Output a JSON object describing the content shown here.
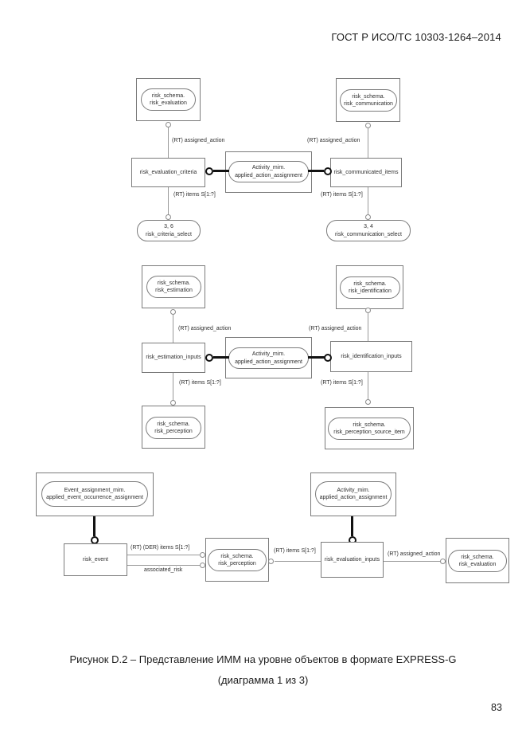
{
  "page": {
    "header_title": "ГОСТ Р ИСО/ТС 10303-1264–2014",
    "caption_line1": "Рисунок D.2 – Представление ИММ на уровне объектов в формате EXPRESS-G",
    "caption_line2": "(диаграмма 1 из 3)",
    "page_number": "83"
  },
  "colors": {
    "thin_line": "#9a9a9a",
    "border": "#7b7b7b",
    "thick_line": "#121212",
    "text": "#2e2e2e"
  },
  "diagram1": {
    "schema_ref_left": {
      "line1": "risk_schema.",
      "line2": "risk_evaluation"
    },
    "schema_ref_right": {
      "line1": "risk_schema.",
      "line2": "risk_communication"
    },
    "label_assigned_left": "(RT) assigned_action",
    "label_assigned_right": "(RT) assigned_action",
    "entity_left": "risk_evaluation_criteria",
    "activity": {
      "line1": "Activity_mim.",
      "line2": "applied_action_assignment"
    },
    "entity_right": "risk_communicated_items",
    "label_items_left": "(RT) items S[1:?]",
    "label_items_right": "(RT) items S[1:?]",
    "select_left": {
      "line1": "3, 6",
      "line2": "risk_criteria_select"
    },
    "select_right": {
      "line1": "3, 4",
      "line2": "risk_communication_select"
    }
  },
  "diagram2": {
    "schema_ref_left": {
      "line1": "risk_schema.",
      "line2": "risk_estimation"
    },
    "schema_ref_right": {
      "line1": "risk_schema.",
      "line2": "risk_identification"
    },
    "label_assigned_left": "(RT) assigned_action",
    "label_assigned_right": "(RT) assigned_action",
    "entity_left": "risk_estimation_inputs",
    "activity": {
      "line1": "Activity_mim.",
      "line2": "applied_action_assignment"
    },
    "entity_right": "risk_identification_inputs",
    "label_items_left": "(RT) items S[1:?]",
    "label_items_right": "(RT) items S[1:?]",
    "schema_ref_bottom_left": {
      "line1": "risk_schema.",
      "line2": "risk_perception"
    },
    "schema_ref_bottom_right": {
      "line1": "risk_schema.",
      "line2": "risk_perception_source_item"
    }
  },
  "diagram3": {
    "event_ref": {
      "line1": "Event_assignment_mim.",
      "line2": "applied_event_occurrence_assignment"
    },
    "entity_event": "risk_event",
    "label_der_items": "(RT) (DER) items S[1:?]",
    "label_associated": "associated_risk",
    "schema_ref_perception": {
      "line1": "risk_schema.",
      "line2": "risk_perception"
    },
    "label_items": "(RT) items S[1:?]",
    "activity_ref": {
      "line1": "Activity_mim.",
      "line2": "applied_action_assignment"
    },
    "entity_evaluation": "risk_evaluation_inputs",
    "label_assigned": "(RT) assigned_action",
    "schema_ref_evaluation": {
      "line1": "risk_schema.",
      "line2": "risk_evaluation"
    }
  }
}
